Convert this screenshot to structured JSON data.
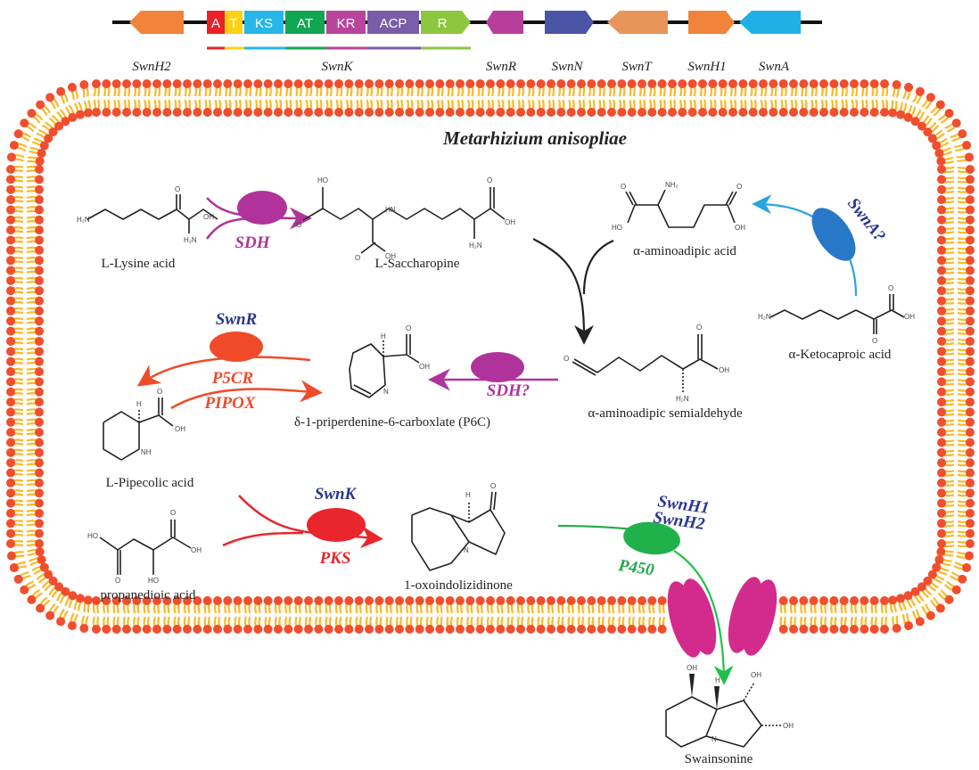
{
  "title": "Metarhizium anisopliae",
  "gene_cluster": {
    "genes": [
      {
        "name": "SwnH2",
        "color": "#f0843a",
        "direction": "left"
      },
      {
        "name": "SwnK",
        "color": "#8dc63f",
        "direction": "right"
      },
      {
        "name": "SwnR",
        "color": "#b83e9b",
        "direction": "both"
      },
      {
        "name": "SwnN",
        "color": "#4a55a5",
        "direction": "right"
      },
      {
        "name": "SwnT",
        "color": "#e8955a",
        "direction": "left"
      },
      {
        "name": "SwnH1",
        "color": "#f0843a",
        "direction": "right"
      },
      {
        "name": "SwnA",
        "color": "#1fb1e6",
        "direction": "left"
      }
    ],
    "swnk_domains": [
      {
        "label": "A",
        "color": "#ec2127"
      },
      {
        "label": "T",
        "color": "#fcd116"
      },
      {
        "label": "KS",
        "color": "#27b6e8"
      },
      {
        "label": "AT",
        "color": "#11a651"
      },
      {
        "label": "KR",
        "color": "#b8449c"
      },
      {
        "label": "ACP",
        "color": "#7a5ca8"
      },
      {
        "label": "R",
        "color": "#8dc63f"
      }
    ]
  },
  "compounds": {
    "lysine": "L-Lysine acid",
    "saccharopine": "L-Saccharopine",
    "aminoadipic_acid": "α-aminoadipic acid",
    "ketocaproic_acid": "α-Ketocaproic acid",
    "semialdehyde": "α-aminoadipic semialdehyde",
    "p6c": "δ-1-priperdenine-6-carboxlate (P6C)",
    "pipecolic": "L-Pipecolic acid",
    "propanedioic": "propanedioic acid",
    "oxoindolizidinone": "1-oxoindolizidinone",
    "swainsonine": "Swainsonine"
  },
  "enzymes": {
    "sdh": {
      "label": "SDH",
      "color": "#b0339b"
    },
    "sdh2": {
      "label": "SDH?",
      "color": "#b0339b"
    },
    "swna": {
      "label": "SwnA?",
      "color": "#2a3590",
      "blob": "#2878c8",
      "arrow": "#2aa3e0"
    },
    "swnr": {
      "label": "SwnR",
      "color": "#2a3590"
    },
    "p5cr": {
      "label": "P5CR",
      "color": "#ef4b2a"
    },
    "pipox": {
      "label": "PIPOX",
      "color": "#ef4b2a"
    },
    "swnk": {
      "label": "SwnK",
      "color": "#2a3590"
    },
    "pks": {
      "label": "PKS",
      "color": "#e8262b"
    },
    "swnh1": {
      "label": "SwnH1",
      "color": "#2a3590"
    },
    "swnh2": {
      "label": "SwnH2",
      "color": "#2a3590"
    },
    "p450": {
      "label": "P450",
      "color": "#21a84a"
    }
  },
  "atoms": {
    "o": "O",
    "oh": "OH",
    "ho": "HO",
    "nh2": "NH₂",
    "h2n": "H₂N",
    "h": "H",
    "n": "N",
    "nh": "NH",
    "hn": "HN"
  },
  "membrane": {
    "head_color": "#f04e2e",
    "tail_color": "#fbb829"
  },
  "transporter_color": "#d32b8c"
}
